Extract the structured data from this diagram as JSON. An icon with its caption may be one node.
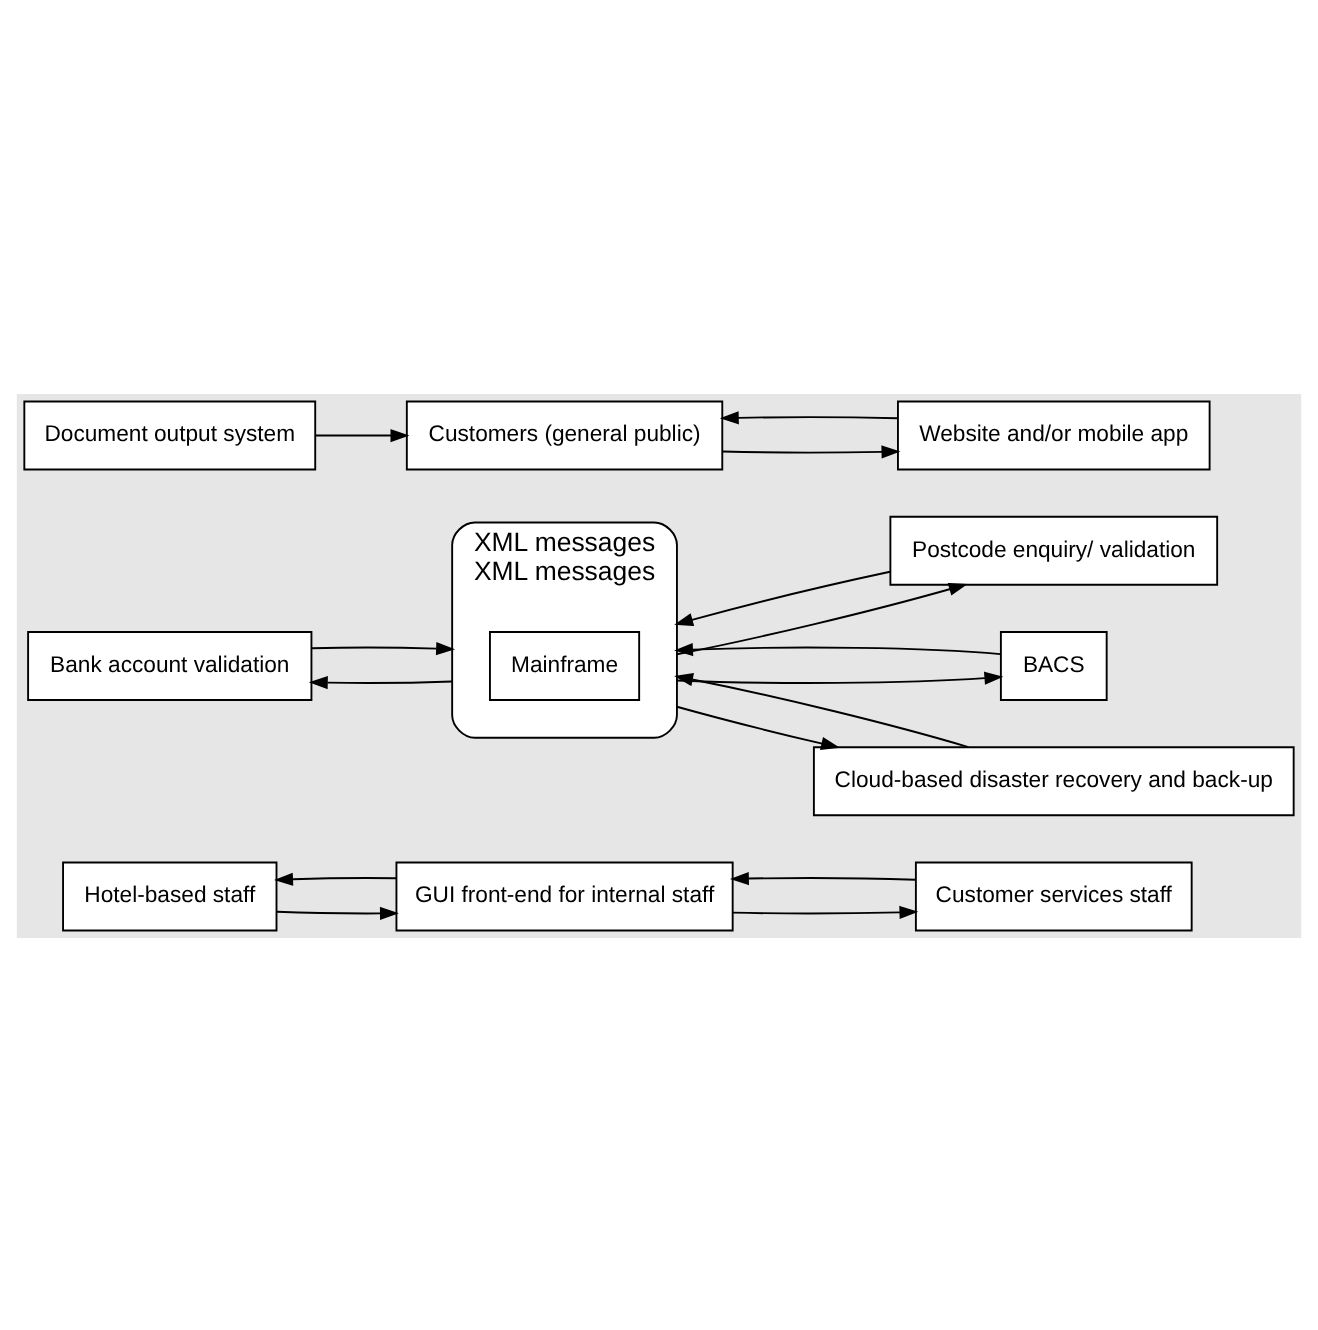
{
  "diagram": {
    "nodes": [
      {
        "text": [
          "Hotel-based staff"
        ]
      },
      {
        "text": [
          "Customer services staff"
        ]
      },
      {
        "text": [
          "Bank account validation"
        ]
      },
      {
        "text": [
          "GUI front-end for internal staff"
        ]
      },
      {
        "text": [
          "XML messages",
          "XML messages"
        ]
      },
      {
        "text": [
          "Postcode enquiry/ validation"
        ]
      },
      {
        "text": [
          "Mainframe"
        ],
        "in": 4
      },
      {
        "text": [
          "Document output system"
        ]
      },
      {
        "text": [
          "BACS"
        ]
      },
      {
        "text": [
          "Website and/or mobile app"
        ]
      },
      {
        "text": [
          "Cloud-based disaster recovery and back-up"
        ]
      },
      {
        "text": [
          "Customers (general public)"
        ]
      }
    ],
    "edges": [
      {
        "from": 0,
        "to": 3,
        "arrow": "to"
      },
      {
        "from": 3,
        "to": 0,
        "arrow": "to"
      },
      {
        "from": 1,
        "to": 3,
        "arrow": "to"
      },
      {
        "from": 3,
        "to": 1,
        "arrow": "to"
      },
      {
        "from": 2,
        "to": 4,
        "arrow": "to"
      },
      {
        "from": 4,
        "to": 2,
        "arrow": "to"
      },
      {
        "from": 4,
        "to": 5,
        "arrow": "to"
      },
      {
        "from": 5,
        "to": 4,
        "arrow": "to"
      },
      {
        "from": 4,
        "to": 8,
        "arrow": "to"
      },
      {
        "from": 8,
        "to": 4,
        "arrow": "to"
      },
      {
        "from": 4,
        "to": 10,
        "arrow": "to"
      },
      {
        "from": 10,
        "to": 4,
        "arrow": "to"
      },
      {
        "from": 9,
        "to": 11,
        "arrow": "to"
      },
      {
        "from": 11,
        "to": 9,
        "arrow": "to"
      },
      {
        "from": 7,
        "to": 11,
        "arrow": "to"
      }
    ]
  }
}
